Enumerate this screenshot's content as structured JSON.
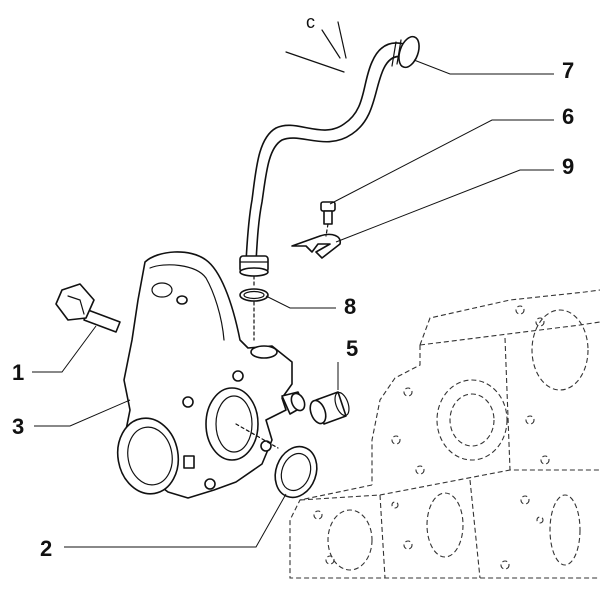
{
  "callouts": {
    "c1": "1",
    "c2": "2",
    "c3": "3",
    "c5": "5",
    "c6": "6",
    "c7": "7",
    "c8": "8",
    "c9": "9"
  },
  "colors": {
    "line": "#111111",
    "background": "#ffffff"
  }
}
